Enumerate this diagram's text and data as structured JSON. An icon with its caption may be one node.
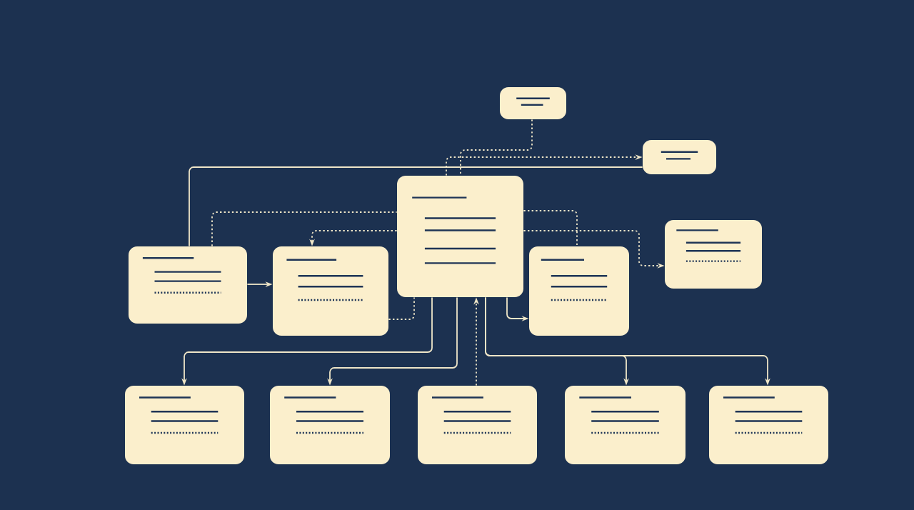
{
  "diagram": {
    "nodes": [
      {
        "text": [],
        "shape": "box"
      },
      {
        "text": [],
        "shape": "box"
      },
      {
        "text": [],
        "shape": "box"
      },
      {
        "text": [],
        "shape": "box"
      },
      {
        "text": [],
        "shape": "box"
      },
      {
        "text": [],
        "shape": "box"
      },
      {
        "text": [],
        "shape": "box"
      },
      {
        "text": [],
        "shape": "box"
      },
      {
        "text": [],
        "shape": "box"
      },
      {
        "text": [],
        "shape": "box"
      },
      {
        "text": [],
        "shape": "box"
      },
      {
        "text": [],
        "shape": "box"
      }
    ],
    "edges": [
      {
        "from": 0,
        "to": 2,
        "arrow": "none",
        "style": "dashed"
      },
      {
        "from": 2,
        "to": 1,
        "arrow": "to",
        "style": "dashed"
      },
      {
        "from": 1,
        "to": 3,
        "arrow": "none"
      },
      {
        "from": 3,
        "to": 4,
        "arrow": "to"
      },
      {
        "from": 2,
        "to": 4,
        "arrow": "to",
        "style": "dashed"
      },
      {
        "from": 3,
        "to": 2,
        "arrow": "none",
        "style": "dashed"
      },
      {
        "from": 4,
        "to": 2,
        "arrow": "none",
        "style": "dashed"
      },
      {
        "from": 2,
        "to": 5,
        "arrow": "none",
        "style": "dashed"
      },
      {
        "from": 2,
        "to": 6,
        "arrow": "to",
        "style": "dashed"
      },
      {
        "from": 2,
        "to": 7,
        "arrow": "to"
      },
      {
        "from": 2,
        "to": 8,
        "arrow": "to"
      },
      {
        "from": 9,
        "to": 2,
        "arrow": "to",
        "style": "dashed"
      },
      {
        "from": 2,
        "to": 10,
        "arrow": "to"
      },
      {
        "from": 2,
        "to": 11,
        "arrow": "to"
      },
      {
        "from": 2,
        "to": 5,
        "arrow": "to"
      }
    ]
  }
}
